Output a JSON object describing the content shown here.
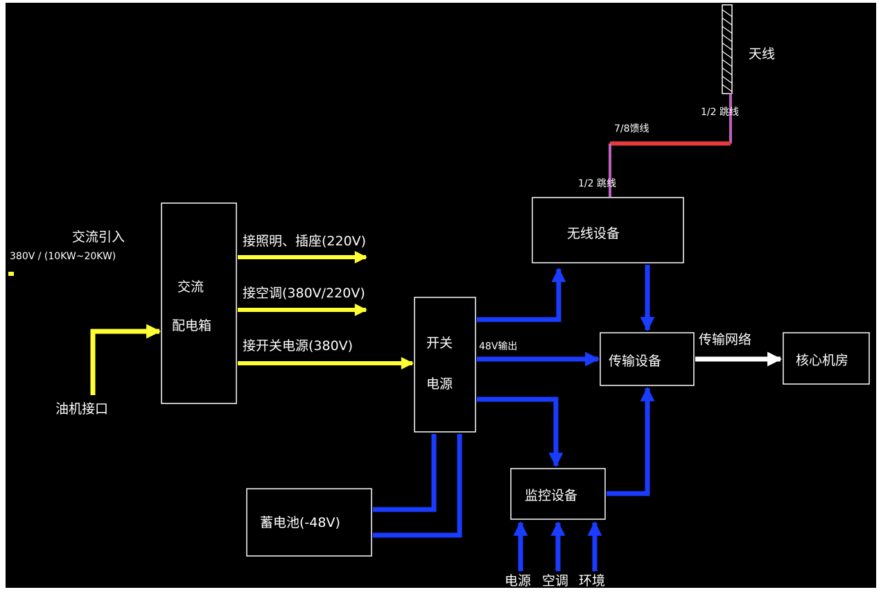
{
  "colors": {
    "background": "#000000",
    "ac_power": "#ffff33",
    "dc_signal": "#1a3cff",
    "network": "#ffffff",
    "feeder_7_8": "#e83a3a",
    "jumper_1_2": "#c060c0",
    "text": "#ffffff"
  },
  "labels": {
    "ac_input": "交流引入",
    "ac_input_spec": "380V / (10KW~20KW)",
    "generator_port": "油机接口",
    "lighting_socket": "接照明、插座(220V)",
    "aircon": "接空调(380V/220V)",
    "switch_psu_feed": "接开关电源(380V)",
    "output_48v": "48V输出",
    "transmission_network": "传输网络",
    "antenna": "天线",
    "jumper_top": "1/2 跳线",
    "feeder": "7/8馈线",
    "jumper_bottom": "1/2 跳线",
    "monitor_inputs": [
      "电源",
      "空调",
      "环境"
    ]
  },
  "boxes": {
    "ac_distribution": [
      "交流",
      "配电箱"
    ],
    "switch_psu": [
      "开关",
      "电源"
    ],
    "wireless": "无线设备",
    "transmission": "传输设备",
    "core_room": "核心机房",
    "battery": "蓄电池(-48V)",
    "monitoring": "监控设备"
  }
}
